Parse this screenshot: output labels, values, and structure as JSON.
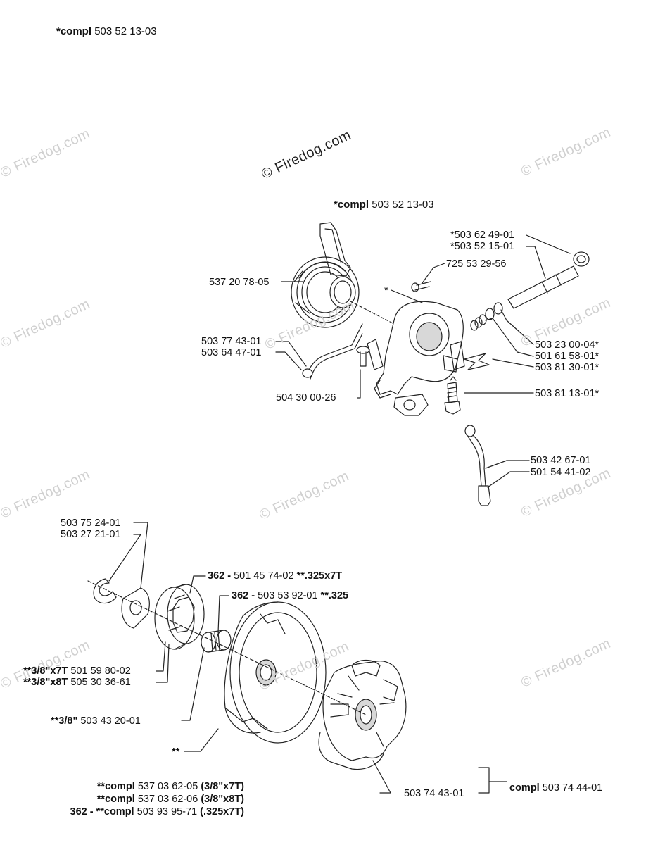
{
  "header": {
    "bold": "*compl",
    "number": "503 52 13-03"
  },
  "watermark": "© Firedog.com",
  "upper_title": {
    "bold": "*compl",
    "number": "503 52 13-03"
  },
  "oil_pump_labels": {
    "worm_gear": "537 20 78-05",
    "pin_a": "*503 62 49-01",
    "shaft": "*503 52 15-01",
    "screw_top": "725 53 29-56",
    "asterisk": "*",
    "pipe_a": "503 77 43-01",
    "pipe_b": "503 64 47-01",
    "valve": "504 30 00-26",
    "washer_a": "503 23 00-04*",
    "spring": "501 61 58-01*",
    "plate": "503 81 30-01*",
    "adjust_screw": "503 81 13-01*",
    "hose_a": "503 42 67-01",
    "hose_b": "501 54 41-02"
  },
  "clutch_labels": {
    "circlip": "503 75 24-01",
    "washer": "503 27 21-01",
    "rim_prefix": "362 -",
    "rim_number": "501 45 74-02",
    "rim_suffix": "**.325x7T",
    "bearing_prefix": "362 -",
    "bearing_number": "503 53 92-01",
    "bearing_suffix": "**.325",
    "spur_7t_bold": "**3/8\"x7T",
    "spur_7t_number": "501 59 80-02",
    "spur_8t_bold": "**3/8\"x8T",
    "spur_8t_number": "505 30 36-61",
    "needle_bold": "**3/8\"",
    "needle_number": "503 43 20-01",
    "drum": "**",
    "clutch_shoe": "503 74 43-01",
    "clutch_compl_bold": "compl",
    "clutch_compl_number": "503 74 44-01"
  },
  "footer": [
    {
      "prefix": "",
      "bold": "**compl",
      "number": "537 03 62-05",
      "suffix": "(3/8\"x7T)"
    },
    {
      "prefix": "",
      "bold": "**compl",
      "number": "537 03 62-06",
      "suffix": "(3/8\"x8T)"
    },
    {
      "prefix": "362 -",
      "bold": "**compl",
      "number": "503 93 95-71",
      "suffix": "(.325x7T)"
    }
  ]
}
